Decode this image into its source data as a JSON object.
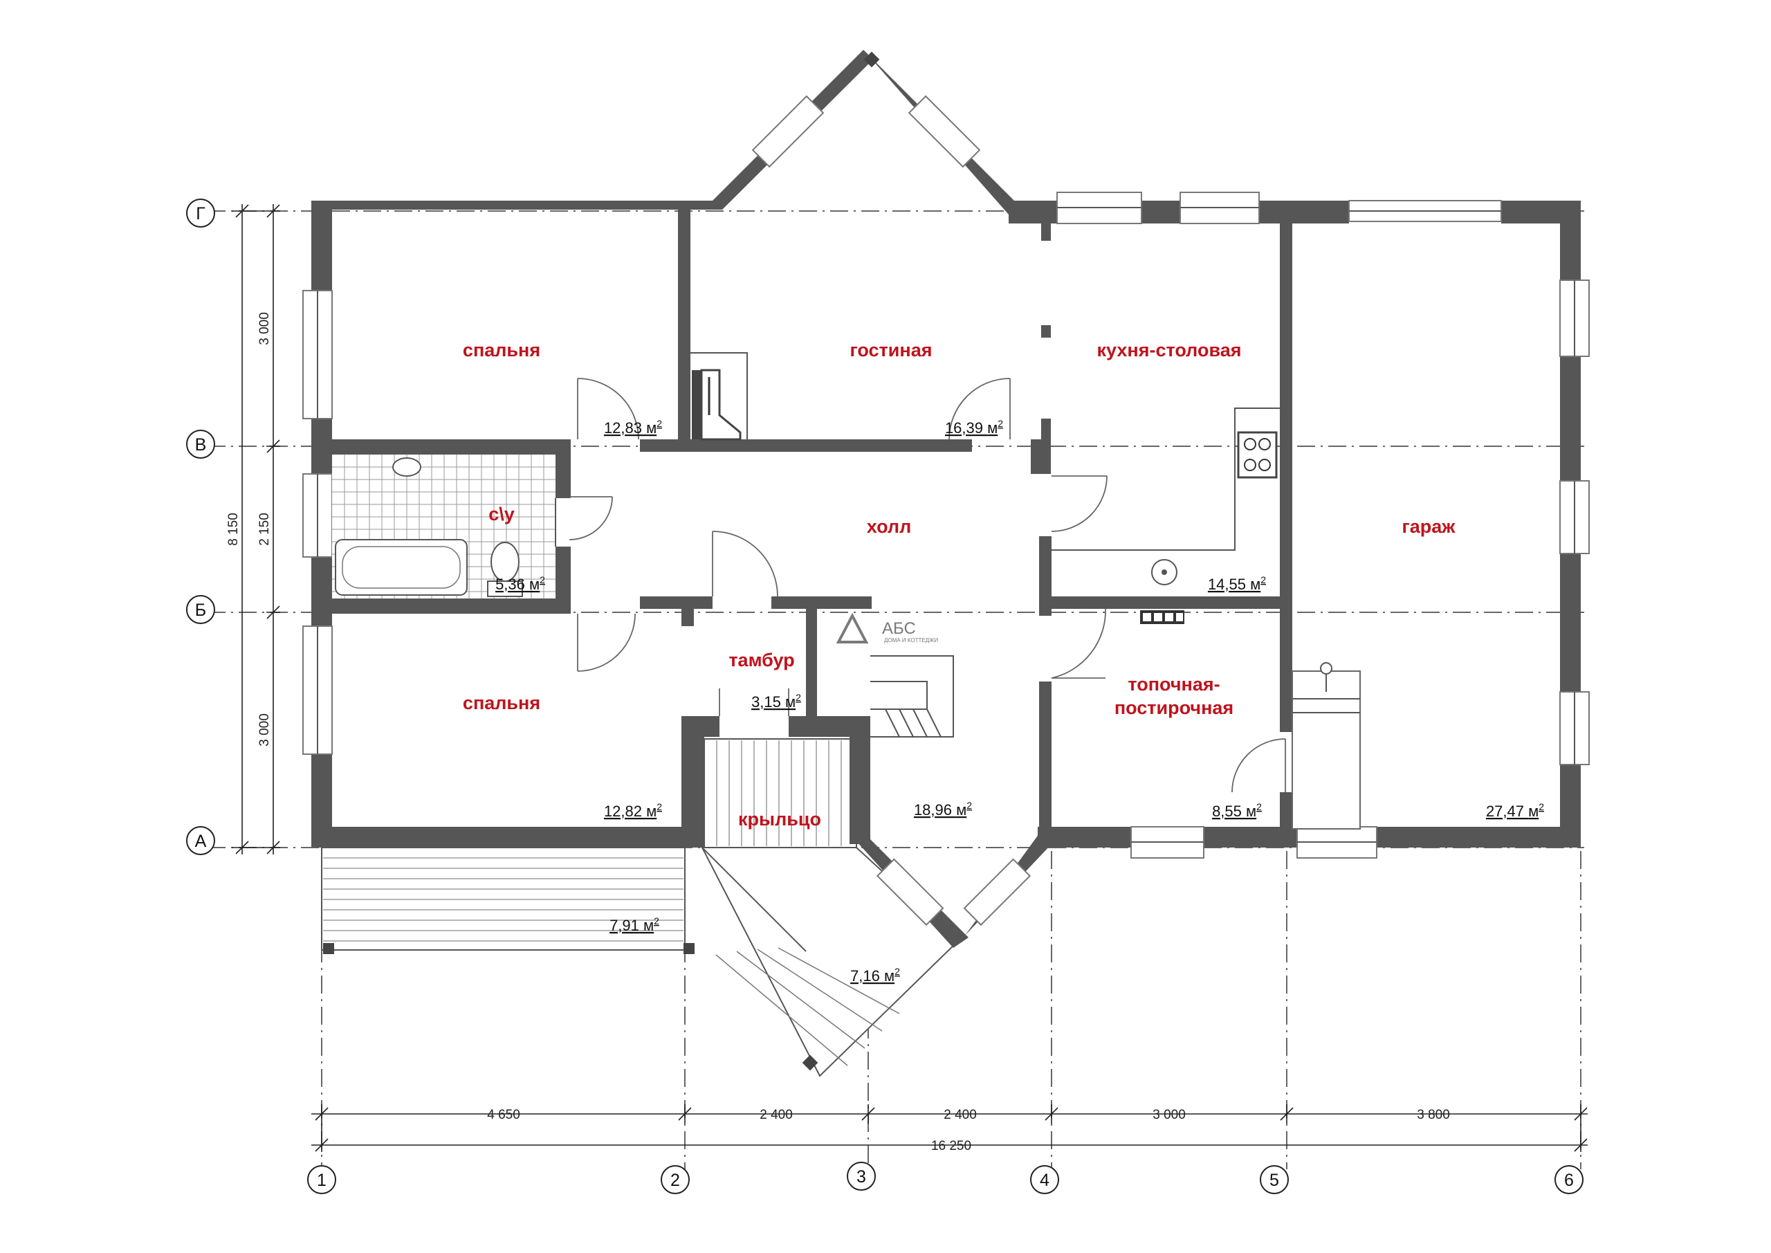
{
  "plan": {
    "rooms": [
      {
        "id": "bedroom-1",
        "name": "спальня",
        "area": "12,83",
        "unit": "м"
      },
      {
        "id": "living",
        "name": "гостиная",
        "area": "16,39",
        "unit": "м"
      },
      {
        "id": "kitchen",
        "name": "кухня-столовая",
        "area": "14,55",
        "unit": "м"
      },
      {
        "id": "bathroom",
        "name": "с\\у",
        "area": "5,36",
        "unit": "м"
      },
      {
        "id": "hall",
        "name": "холл",
        "area": "18,96",
        "unit": "м"
      },
      {
        "id": "garage",
        "name": "гараж",
        "area": "27,47",
        "unit": "м"
      },
      {
        "id": "vestibule",
        "name": "тамбур",
        "area": "3,15",
        "unit": "м"
      },
      {
        "id": "bedroom-2",
        "name": "спальня",
        "area": "12,82",
        "unit": "м"
      },
      {
        "id": "boiler",
        "name": "топочная-",
        "name2": "постирочная",
        "area": "8,55",
        "unit": "м"
      },
      {
        "id": "porch",
        "name": "крыльцо"
      },
      {
        "id": "terrace",
        "area": "7,91",
        "unit": "м"
      },
      {
        "id": "steps",
        "area": "7,16",
        "unit": "м"
      }
    ],
    "area_superscript": "2",
    "axes_vertical": [
      "1",
      "2",
      "3",
      "4",
      "5",
      "6"
    ],
    "axes_horizontal": [
      "Г",
      "В",
      "Б",
      "А"
    ],
    "dims_bottom": [
      "4 650",
      "2 400",
      "2 400",
      "3 000",
      "3 800"
    ],
    "dim_total_bottom": "16 250",
    "dims_left": [
      "3 000",
      "2 150",
      "3 000"
    ],
    "dim_total_left": "8 150",
    "logo_text": "АБС",
    "logo_subtext": "ДОМА И КОТТЕДЖИ"
  }
}
